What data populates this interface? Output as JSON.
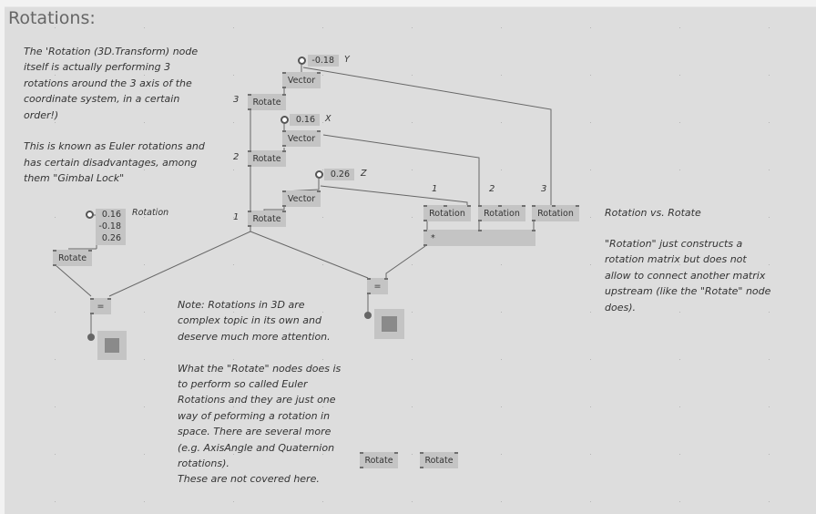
{
  "title": "Rotations:",
  "comments": {
    "intro": "The 'Rotation (3D.Transform) node\nitself is actually performing 3\nrotations around the 3 axis of the\ncoordinate system, in a certain\norder!)\n\nThis is known as Euler rotations and\nhas certain disadvantages, among\nthem \"Gimbal Lock\"",
    "note": "Note: Rotations in 3D are\ncomplex topic in its own and\ndeserve much more attention.\n\nWhat the \"Rotate\" nodes does is\nto perform so called Euler\nRotations and they are just one\nway of peforming a rotation in\nspace. There are several more\n(e.g. AxisAngle and Quaternion\nrotations).\nThese are not covered here.",
    "vs_title": "Rotation vs. Rotate",
    "vs_body": "\"Rotation\" just constructs a\nrotation matrix but does not\nallow to connect another matrix\nupstream (like the \"Rotate\" node\ndoes)."
  },
  "values": {
    "y_value": "-0.18",
    "x_value": "0.16",
    "z_value": "0.26",
    "rotation_values": [
      "0.16",
      "-0.18",
      "0.26"
    ]
  },
  "labels": {
    "y_axis": "Y",
    "x_axis": "X",
    "z_axis": "Z",
    "rotation_io": "Rotation",
    "order_3": "3",
    "order_2": "2",
    "order_1": "1",
    "rotation_1": "1",
    "rotation_2": "2",
    "rotation_3": "3"
  },
  "nodes": {
    "vector": "Vector",
    "rotate": "Rotate",
    "rotation": "Rotation",
    "multiply": "*",
    "equals": "="
  }
}
